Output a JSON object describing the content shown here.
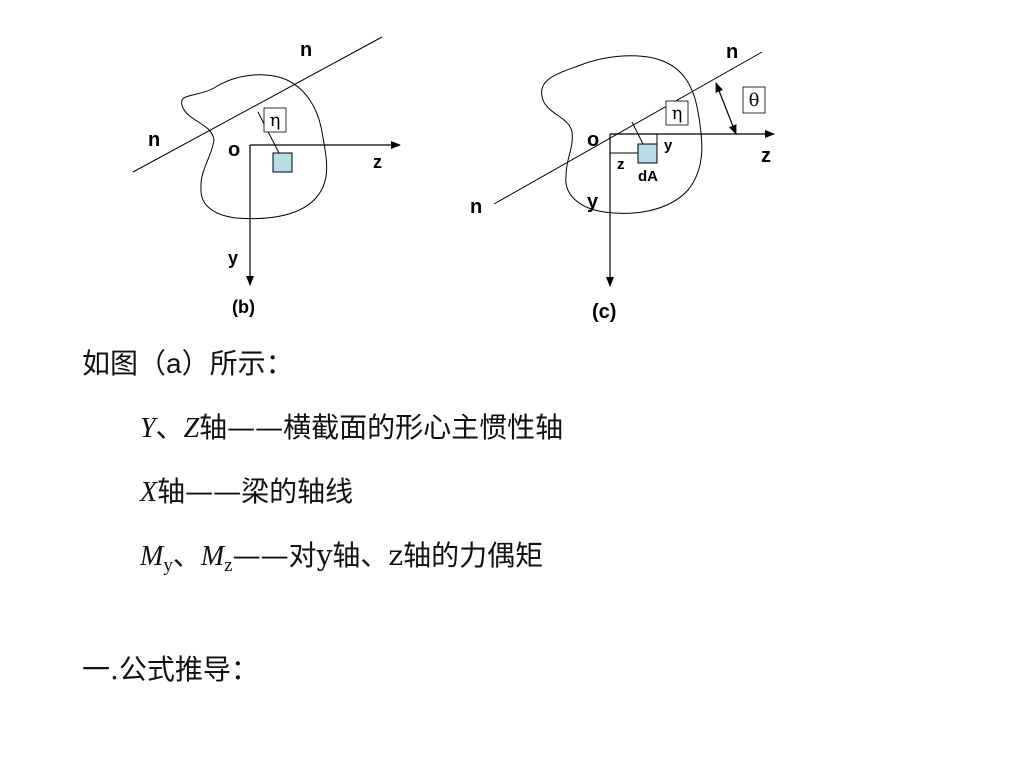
{
  "figure_b": {
    "n_top": "n",
    "n_left": "n",
    "origin": "o",
    "eta": "η",
    "z_axis": "z",
    "y_axis": "y",
    "caption": "(b)"
  },
  "figure_c": {
    "n_top": "n",
    "n_bottom": "n",
    "origin": "o",
    "eta": "η",
    "theta": "θ",
    "y_small": "y",
    "z_small": "z",
    "da": "dA",
    "z_axis": "z",
    "y_axis": "y",
    "caption": "(c)"
  },
  "text": {
    "line1": {
      "pre": "如图（",
      "a": "a",
      "post": "）所示："
    },
    "line2": {
      "y": "Y",
      "sep": "、",
      "z": "Z",
      "rest": "轴——横截面的形心主惯性轴"
    },
    "line3": {
      "x": "X",
      "rest": "轴——梁的轴线"
    },
    "line4": {
      "m1": "M",
      "sub1": "y",
      "sep": "、",
      "m2": "M",
      "sub2": "z",
      "rest": "——对y轴、z轴的力偶矩"
    },
    "line5": "一.公式推导："
  },
  "colors": {
    "element_fill": "#b8dde6",
    "line": "#000000"
  }
}
